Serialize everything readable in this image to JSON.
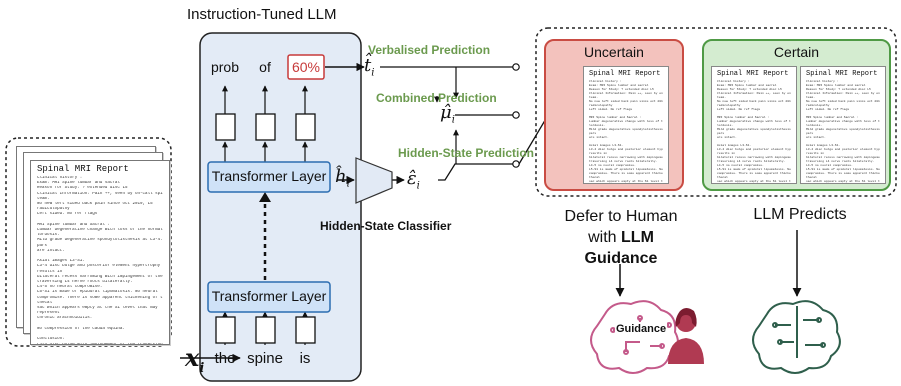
{
  "header": {
    "llm_title": "Instruction-Tuned LLM"
  },
  "tokens": {
    "outputs": [
      "prob",
      "of",
      "60%"
    ],
    "inputs": [
      "the",
      "spine",
      "is"
    ]
  },
  "layers": {
    "upper": "Transformer Layer",
    "lower": "Transformer Layer"
  },
  "labels": {
    "verbalised": "Verbalised Prediction",
    "combined": "Combined Prediction",
    "hidden_state": "Hidden-State Prediction",
    "classifier": "Hidden-State Classifier"
  },
  "outcomes": {
    "uncertain": "Uncertain",
    "certain": "Certain",
    "defer_line1": "Defer to Human",
    "defer_line2_prefix": "with ",
    "defer_line2_bold": "LLM Guidance",
    "llm_predicts": "LLM Predicts",
    "guidance": "Guidance"
  },
  "report": {
    "title": "Spinal MRI Report",
    "lines": [
      "Clinical history :",
      "Exam: MRI Spine lumbar and sacral",
      "Reason for Study: ? extended disc L5",
      "Clinical Information: Pain ++, seen by on-call spinal",
      "team.",
      "No new left sided back pain since oct 2019, L5",
      "radiculopathy",
      "Left sided. No ref flags",
      "",
      "MRI Spine lumbar and Sacral :",
      "Lumbar degenerative change with loss of the normal",
      "lordosis.",
      "Mild grade degenerative spondylolisthesis at L3-4. The",
      "pars",
      "are intact.",
      "",
      "Axial images L3-S1.",
      "L3-4 disc bulge and posterior element hypertrophy",
      "results in",
      "bilateral recess narrowing with impingement of the",
      "traversing L4 nerve roots bilaterally.",
      "L4-5 no neural compromise.",
      "L5-S1 is made of epidural lipomatosis. No neural",
      "compromise. There is some apparent thickening of the",
      "thecal",
      "sac which appears empty at the S1 level that may",
      "represent",
      "chronic arachnoiditis.",
      "",
      "No compression of the cauda equina.",
      "",
      "Conclusion:",
      "L3-4 disc bulge with impingement of the traversing L4",
      "nerve",
      "roots bilaterally."
    ]
  },
  "colors": {
    "llm_panel": "#e3ebf6",
    "transformer_fill": "#cfe2f7",
    "transformer_border": "#2b6cb0",
    "uncertain_bg": "#f3c2bd",
    "uncertain_border": "#c94c43",
    "certain_bg": "#d4ecd0",
    "certain_border": "#4f9a45",
    "green_text": "#6b9a4e",
    "red_box": "#c73a3a"
  },
  "icons": {
    "uncertain_brain": "pink-brain-icon",
    "certain_brain": "green-brain-icon",
    "human": "human-person-icon"
  }
}
